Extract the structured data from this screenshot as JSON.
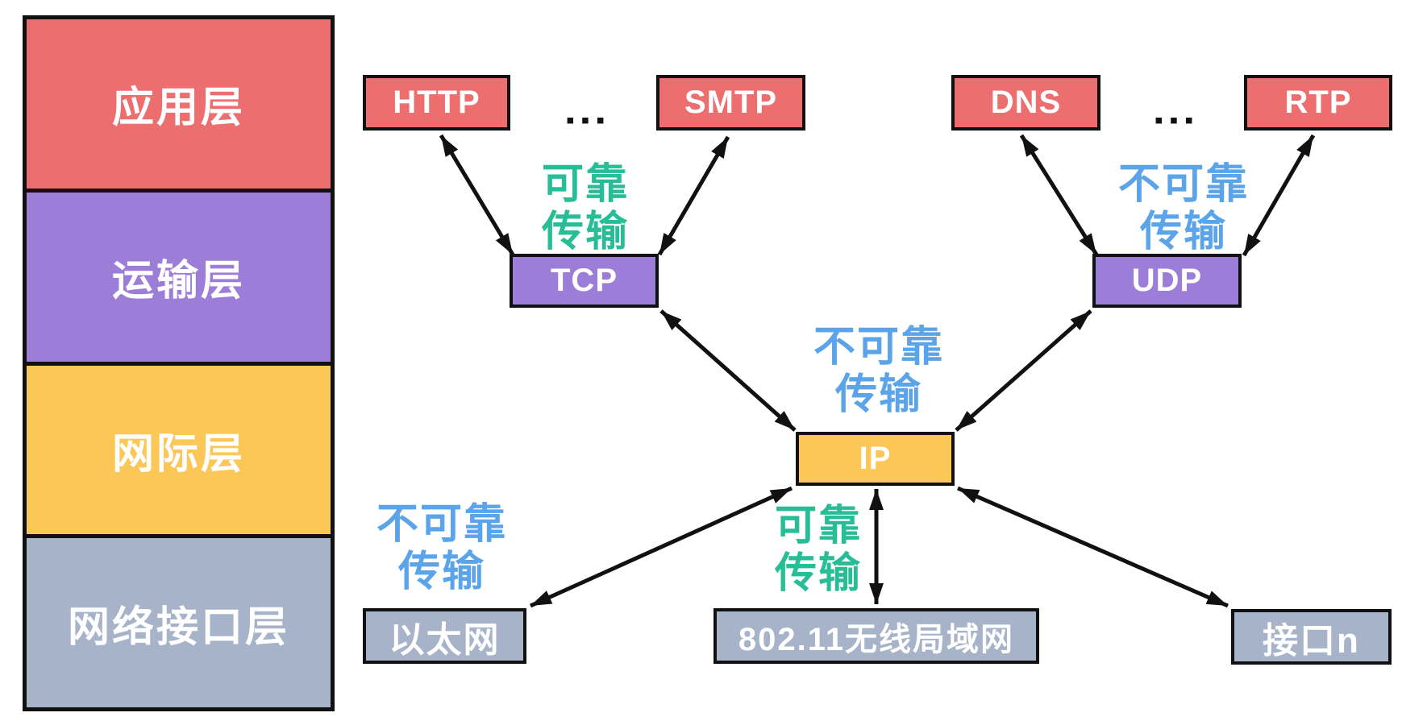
{
  "layers": [
    {
      "label": "应用层"
    },
    {
      "label": "运输层"
    },
    {
      "label": "网际层"
    },
    {
      "label": "网络接口层"
    }
  ],
  "boxes": {
    "http": {
      "label": "HTTP"
    },
    "smtp": {
      "label": "SMTP"
    },
    "dns": {
      "label": "DNS"
    },
    "rtp": {
      "label": "RTP"
    },
    "tcp": {
      "label": "TCP"
    },
    "udp": {
      "label": "UDP"
    },
    "ip": {
      "label": "IP"
    },
    "ethernet": {
      "label": "以太网"
    },
    "wlan": {
      "label": "802.11无线局域网"
    },
    "interface_n": {
      "label": "接口n"
    }
  },
  "annotations": {
    "tcp_reliable": {
      "line1": "可靠",
      "line2": "传输"
    },
    "udp_unreliable": {
      "line1": "不可靠",
      "line2": "传输"
    },
    "ip_unreliable": {
      "line1": "不可靠",
      "line2": "传输"
    },
    "ethernet_unreliable": {
      "line1": "不可靠",
      "line2": "传输"
    },
    "wlan_reliable": {
      "line1": "可靠",
      "line2": "传输"
    }
  },
  "decor": {
    "ellipsis": "▪▪▪"
  },
  "colors": {
    "application_red": "#ED6E6E",
    "transport_purple": "#9C7ED8",
    "internet_yellow": "#FBC757",
    "link_gray": "#A6B3C9",
    "reliable_green": "#27BD96",
    "unreliable_blue": "#5BA4EA",
    "arrow_black": "#111111",
    "box_text_white": "#FFFFFF"
  }
}
